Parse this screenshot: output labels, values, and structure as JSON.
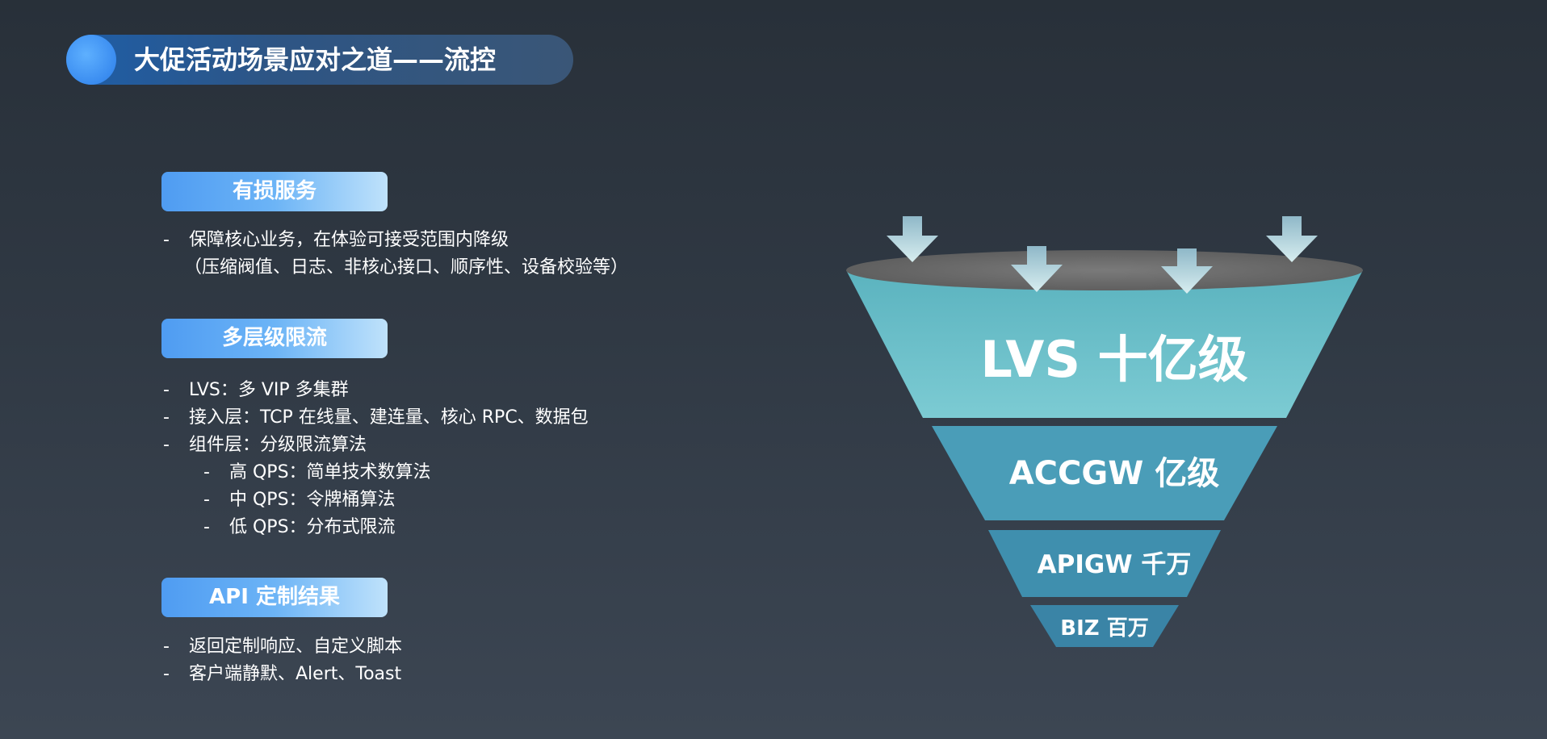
{
  "title": "大促活动场景应对之道——流控",
  "sections": [
    {
      "badge": "有损服务",
      "items": [
        {
          "dash": "-",
          "text": "保障核心业务，在体验可接受范围内降级"
        },
        {
          "dash": "",
          "text": "（压缩阀值、日志、非核心接口、顺序性、设备校验等）"
        }
      ]
    },
    {
      "badge": "多层级限流",
      "items": [
        {
          "dash": "-",
          "text": "LVS：多 VIP 多集群"
        },
        {
          "dash": "-",
          "text": "接入层：TCP 在线量、建连量、核心 RPC、数据包"
        },
        {
          "dash": "-",
          "text": "组件层：分级限流算法"
        },
        {
          "dash": "-",
          "text": "高 QPS：简单技术数算法"
        },
        {
          "dash": "-",
          "text": "中 QPS：令牌桶算法"
        },
        {
          "dash": "-",
          "text": "低 QPS：分布式限流"
        }
      ]
    },
    {
      "badge": "API 定制结果",
      "items": [
        {
          "dash": "-",
          "text": "返回定制响应、自定义脚本"
        },
        {
          "dash": "-",
          "text": "客户端静默、Alert、Toast"
        }
      ]
    }
  ],
  "funnel": {
    "layers": [
      {
        "label": "LVS 十亿级"
      },
      {
        "label": "ACCGW 亿级"
      },
      {
        "label": "APIGW 千万"
      },
      {
        "label": "BIZ 百万"
      }
    ],
    "arrow_icon": "down-arrow-icon"
  },
  "colors": {
    "title_accent": "#3a8cf0",
    "badge_start": "#4f9cf2",
    "badge_end": "#bfe2fb",
    "layer1": "#6bbfc9",
    "layer2": "#4a9db8",
    "layer3": "#3f8fae",
    "layer4": "#3a84a6",
    "arrow": "#bfe0e6"
  }
}
